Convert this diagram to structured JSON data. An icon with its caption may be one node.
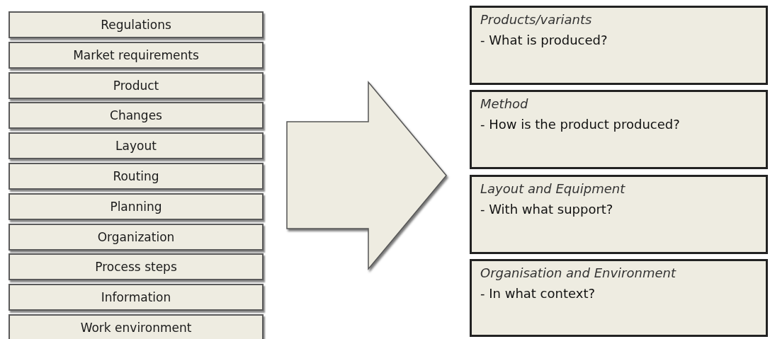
{
  "diagram": {
    "nodes": [
      {
        "text": [
          "Regulations"
        ]
      },
      {
        "text": [
          "Market requirements"
        ]
      },
      {
        "text": [
          "Product"
        ]
      },
      {
        "text": [
          "Changes"
        ]
      },
      {
        "text": [
          "Layout"
        ]
      },
      {
        "text": [
          "Routing"
        ]
      },
      {
        "text": [
          "Planning"
        ]
      },
      {
        "text": [
          "Organization"
        ]
      },
      {
        "text": [
          "Process steps"
        ]
      },
      {
        "text": [
          "Information"
        ]
      },
      {
        "text": [
          "Work environment"
        ]
      },
      {
        "text": [
          "Products/variants",
          "- What is produced?"
        ]
      },
      {
        "text": [
          "Method",
          "- How is the product produced?"
        ]
      },
      {
        "text": [
          "Layout and Equipment",
          "- With what support?"
        ]
      },
      {
        "text": [
          "Organisation and Environment",
          "- In what context?"
        ]
      }
    ]
  }
}
